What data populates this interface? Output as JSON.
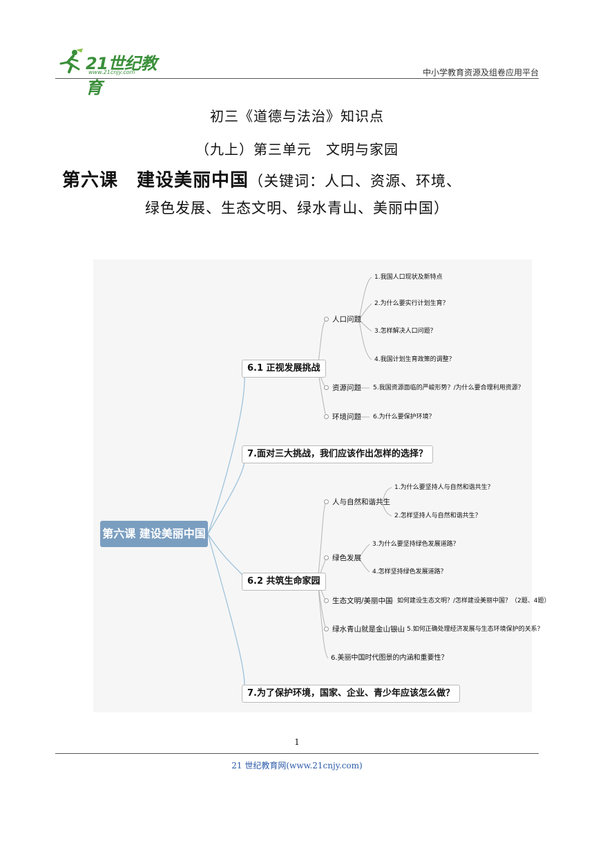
{
  "header": {
    "logo_text": "21世纪教育",
    "logo_url": "www.21cnjy.com",
    "right_text": "中小学教育资源及组卷应用平台"
  },
  "titles": {
    "line1": "初三《道德与法治》知识点",
    "line2": "（九上）第三单元　文明与家园",
    "line3_main": "第六课　建设美丽中国",
    "line3_keywords": "（关键词：人口、资源、环境、",
    "line4": "绿色发展、生态文明、绿水青山、美丽中国）"
  },
  "mindmap": {
    "root": "第六课 建设美丽中国",
    "branches": {
      "b1": {
        "label": "6.1 正视发展挑战",
        "population": {
          "label": "人口问题",
          "items": [
            "1.我国人口现状及新特点",
            "2.为什么要实行计划生育？",
            "3.怎样解决人口问题？",
            "4.我国计划生育政策的调整？"
          ]
        },
        "resource": {
          "label": "资源问题",
          "item": "5.我国资源面临的严峻形势？/为什么要合理利用资源？"
        },
        "environment": {
          "label": "环境问题",
          "item": "6.为什么要保护环境？"
        }
      },
      "b2": {
        "label": "7.面对三大挑战，我们应该作出怎样的选择？"
      },
      "b3": {
        "label": "6.2 共筑生命家园",
        "harmony": {
          "label": "人与自然和谐共生",
          "items": [
            "1.为什么要坚持人与自然和谐共生？",
            "2.怎样坚持人与自然和谐共生？"
          ]
        },
        "green": {
          "label": "绿色发展",
          "items": [
            "3.为什么要坚持绿色发展道路？",
            "4.怎样坚持绿色发展道路？"
          ]
        },
        "eco": {
          "label": "生态文明/美丽中国",
          "item": "如何建设生态文明？/怎样建设美丽中国？（2题、4题）"
        },
        "mountain": {
          "label": "绿水青山就是金山银山",
          "item": "5.如何正确处理经济发展与生态环境保护的关系？"
        },
        "beauty": {
          "label": "6.美丽中国时代图景的内涵和重要性？"
        }
      },
      "b4": {
        "label": "7.为了保护环境，国家、企业、青少年应该怎么做？"
      }
    }
  },
  "footer": {
    "page_number": "1",
    "site": "21 世纪教育网(www.21cnjy.com)"
  }
}
